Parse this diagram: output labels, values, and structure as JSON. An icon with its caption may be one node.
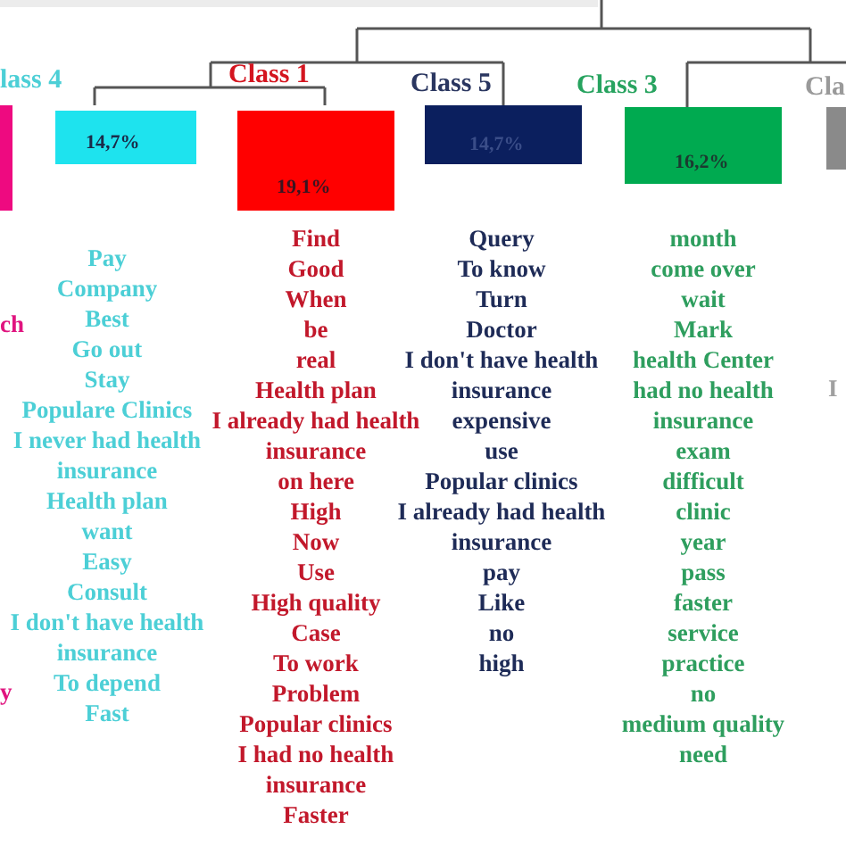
{
  "diagram": {
    "nodes": [
      {
        "text": [],
        "shape": "box"
      },
      {
        "text": [
          "lass 4",
          "14,7%"
        ],
        "beside": [
          "Pay",
          "Company",
          "Best",
          "Go out",
          "Stay",
          "Populare Clinics",
          "I never had health insurance",
          "Health plan",
          "want",
          "Easy",
          "Consult",
          "I don't have health insurance",
          "To depend",
          "Fast"
        ]
      },
      {
        "text": [
          "Class 1",
          "19,1%"
        ],
        "beside": [
          "Find",
          "Good",
          "When",
          "be",
          "real",
          "Health plan",
          "I already had health insurance",
          "on here",
          "High",
          "Now",
          "Use",
          "High quality",
          "Case",
          "To work",
          "Problem",
          "Popular clinics",
          "I had no health insurance",
          "Faster"
        ]
      },
      {
        "text": [
          "Class 5",
          "14,7%"
        ],
        "beside": [
          "Query",
          "To know",
          "Turn",
          "Doctor",
          "I don't have health insurance",
          "expensive",
          "use",
          "Popular clinics",
          "I already had health insurance",
          "pay",
          "Like",
          "no",
          "high"
        ]
      },
      {
        "text": [
          "Class 3",
          "16,2%"
        ],
        "beside": [
          "month",
          "come over",
          "wait",
          "Mark",
          "health Center",
          "had no health insurance",
          "exam",
          "difficult",
          "clinic",
          "year",
          "pass",
          "faster",
          "service",
          "practice",
          "no",
          "medium quality",
          "need"
        ]
      },
      {
        "text": [
          "Cla"
        ]
      }
    ],
    "labels": [
      "ch",
      "I",
      "y"
    ]
  }
}
